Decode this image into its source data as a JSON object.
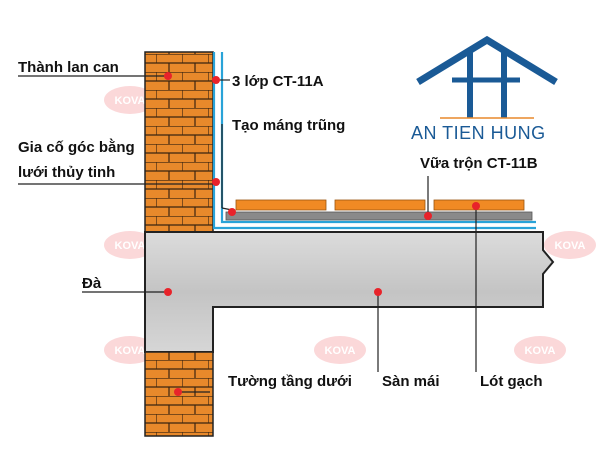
{
  "diagram": {
    "labels": {
      "parapet_wall": "Thành lan can",
      "corner_reinforcement_line1": "Gia cố góc bằng",
      "corner_reinforcement_line2": "lưới thủy tinh",
      "beam": "Đà",
      "lower_wall": "Tường tầng dưới",
      "three_layers": "3 lớp CT-11A",
      "gutter": "Tạo máng trũng",
      "mortar": "Vữa trộn CT-11B",
      "roof_slab": "Sàn mái",
      "tile_lining": "Lót gạch"
    },
    "logo": {
      "brand_text": "AN TIEN HUNG",
      "icon": "house-roof-icon"
    },
    "watermark": {
      "text": "KOVA"
    },
    "colors": {
      "brick": "#E8892B",
      "brick_mortar_line": "#3a2410",
      "concrete": "#CDCDCD",
      "concrete_edge": "#222222",
      "membrane": "#29A3D8",
      "tile": "#F08A24",
      "mortar_bed": "#8A8A8A",
      "marker": "#E8232A",
      "logo_blue": "#1a5a96",
      "logo_orange": "#E8892B"
    }
  }
}
